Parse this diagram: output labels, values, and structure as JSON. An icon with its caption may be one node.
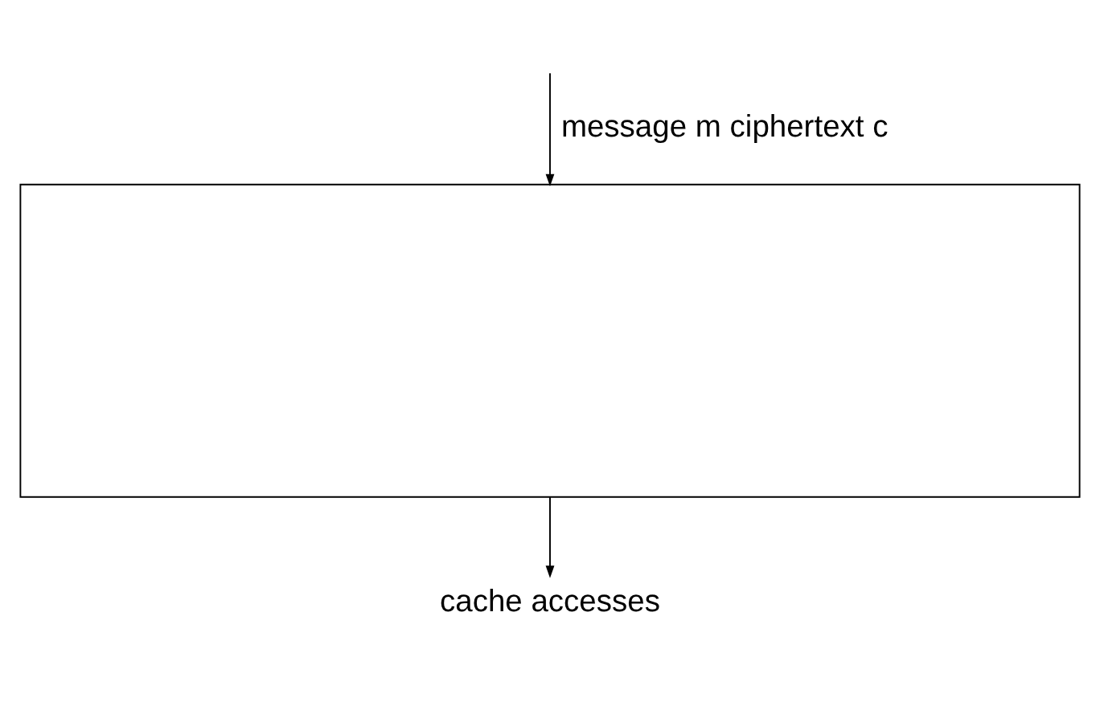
{
  "diagram": {
    "nodes": [
      {
        "text": [],
        "shape": "box"
      },
      {
        "text": [
          "cache accesses"
        ]
      }
    ],
    "edges": [
      {
        "from": null,
        "to": 0,
        "arrow": "to",
        "label": "message m ciphertext c"
      },
      {
        "from": 0,
        "to": 1,
        "arrow": "to"
      }
    ]
  }
}
